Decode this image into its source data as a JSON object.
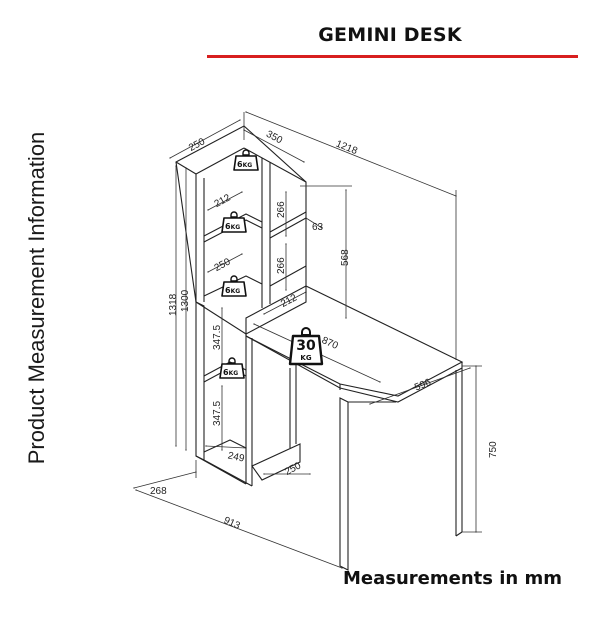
{
  "header": {
    "title": "GEMINI DESK",
    "accent_color": "#d81f1f"
  },
  "side_label": "Product Measurement Information",
  "footer": "Measurements in mm",
  "dimensions": {
    "top_depth": "250",
    "top_width": "350",
    "overall_width": "1218",
    "shelf_depth_1": "212",
    "shelf_height_1": "266",
    "shelf_gap": "63",
    "upper_height": "568",
    "shelf_depth_2": "250",
    "shelf_height_2": "266",
    "shelf_depth_3": "212",
    "desk_length": "870",
    "side_height_1": "347.5",
    "side_height_2": "347.5",
    "total_height": "1318",
    "shelf_height_total": "1300",
    "desk_depth": "596",
    "desk_height": "750",
    "base_inner": "249",
    "base_depth": "250",
    "foot_depth": "268",
    "base_length": "913"
  },
  "loads": {
    "shelf_top": {
      "value": "6",
      "unit": "KG"
    },
    "shelf_2": {
      "value": "6",
      "unit": "KG"
    },
    "shelf_3": {
      "value": "6",
      "unit": "KG"
    },
    "shelf_4": {
      "value": "6",
      "unit": "KG"
    },
    "desk": {
      "value": "30",
      "unit": "KG"
    }
  }
}
